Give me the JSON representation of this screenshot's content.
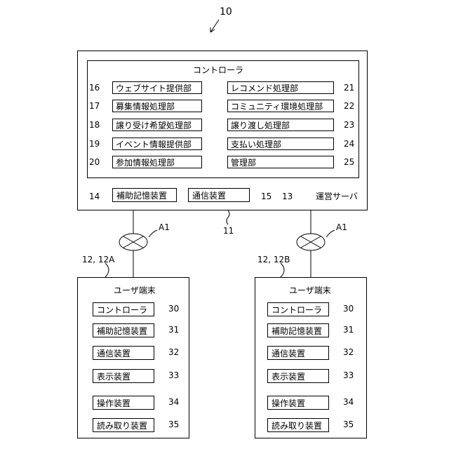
{
  "figure_number": "10",
  "server": {
    "label": "運営サーバ",
    "ref": "11",
    "controller": {
      "title": "コントローラ",
      "ref": "13",
      "left_units": [
        {
          "label": "ウェブサイト提供部",
          "ref": "16"
        },
        {
          "label": "募集情報処理部",
          "ref": "17"
        },
        {
          "label": "譲り受け希望処理部",
          "ref": "18"
        },
        {
          "label": "イベント情報提供部",
          "ref": "19"
        },
        {
          "label": "参加情報処理部",
          "ref": "20"
        }
      ],
      "right_units": [
        {
          "label": "レコメンド処理部",
          "ref": "21"
        },
        {
          "label": "コミュニティ環境処理部",
          "ref": "22"
        },
        {
          "label": "譲り渡し処理部",
          "ref": "23"
        },
        {
          "label": "支払い処理部",
          "ref": "24"
        },
        {
          "label": "管理部",
          "ref": "25"
        }
      ]
    },
    "storage": {
      "label": "補助記憶装置",
      "ref": "14"
    },
    "comm": {
      "label": "通信装置",
      "ref": "15"
    }
  },
  "network_left": {
    "ref": "A1"
  },
  "network_right": {
    "ref": "A1"
  },
  "terminal_left": {
    "ref": "12, 12A",
    "title": "ユーザ端末",
    "units": [
      {
        "label": "コントローラ",
        "ref": "30"
      },
      {
        "label": "補助記憶装置",
        "ref": "31"
      },
      {
        "label": "通信装置",
        "ref": "32"
      },
      {
        "label": "表示装置",
        "ref": "33"
      },
      {
        "label": "操作装置",
        "ref": "34"
      },
      {
        "label": "読み取り装置",
        "ref": "35"
      }
    ]
  },
  "terminal_right": {
    "ref": "12, 12B",
    "title": "ユーザ端末",
    "units": [
      {
        "label": "コントローラ",
        "ref": "30"
      },
      {
        "label": "補助記憶装置",
        "ref": "31"
      },
      {
        "label": "通信装置",
        "ref": "32"
      },
      {
        "label": "表示装置",
        "ref": "33"
      },
      {
        "label": "操作装置",
        "ref": "34"
      },
      {
        "label": "読み取り装置",
        "ref": "35"
      }
    ]
  }
}
